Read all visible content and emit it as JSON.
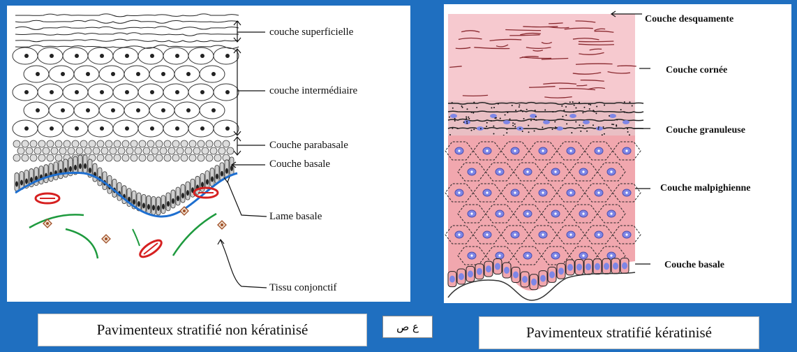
{
  "left_diagram": {
    "labels": {
      "superficielle": "couche superficielle",
      "intermediaire": "couche intermédiaire",
      "parabasale": "Couche parabasale",
      "basale": "Couche basale",
      "lame": "Lame basale",
      "tissu": "Tissu conjonctif"
    },
    "caption": "Pavimenteux stratifié non kératinisé"
  },
  "right_diagram": {
    "labels": {
      "desquamente": "Couche desquamente",
      "cornee": "Couche cornée",
      "granuleuse": "Couche granuleuse",
      "malpighienne": "Couche malpighienne",
      "basale": "Couche basale"
    },
    "caption": "Pavimenteux stratifié kératinisé"
  },
  "center_tag": "ع ص",
  "colors": {
    "background": "#1f6fc0",
    "keratin_pink": "#f6c9cf",
    "malpighian_pink": "#f1a7ae",
    "nucleus_blue": "#7e86e6",
    "lame_blue": "#1e6fd0",
    "vessel_red": "#d62020",
    "fiber_green": "#1e9a3e"
  }
}
